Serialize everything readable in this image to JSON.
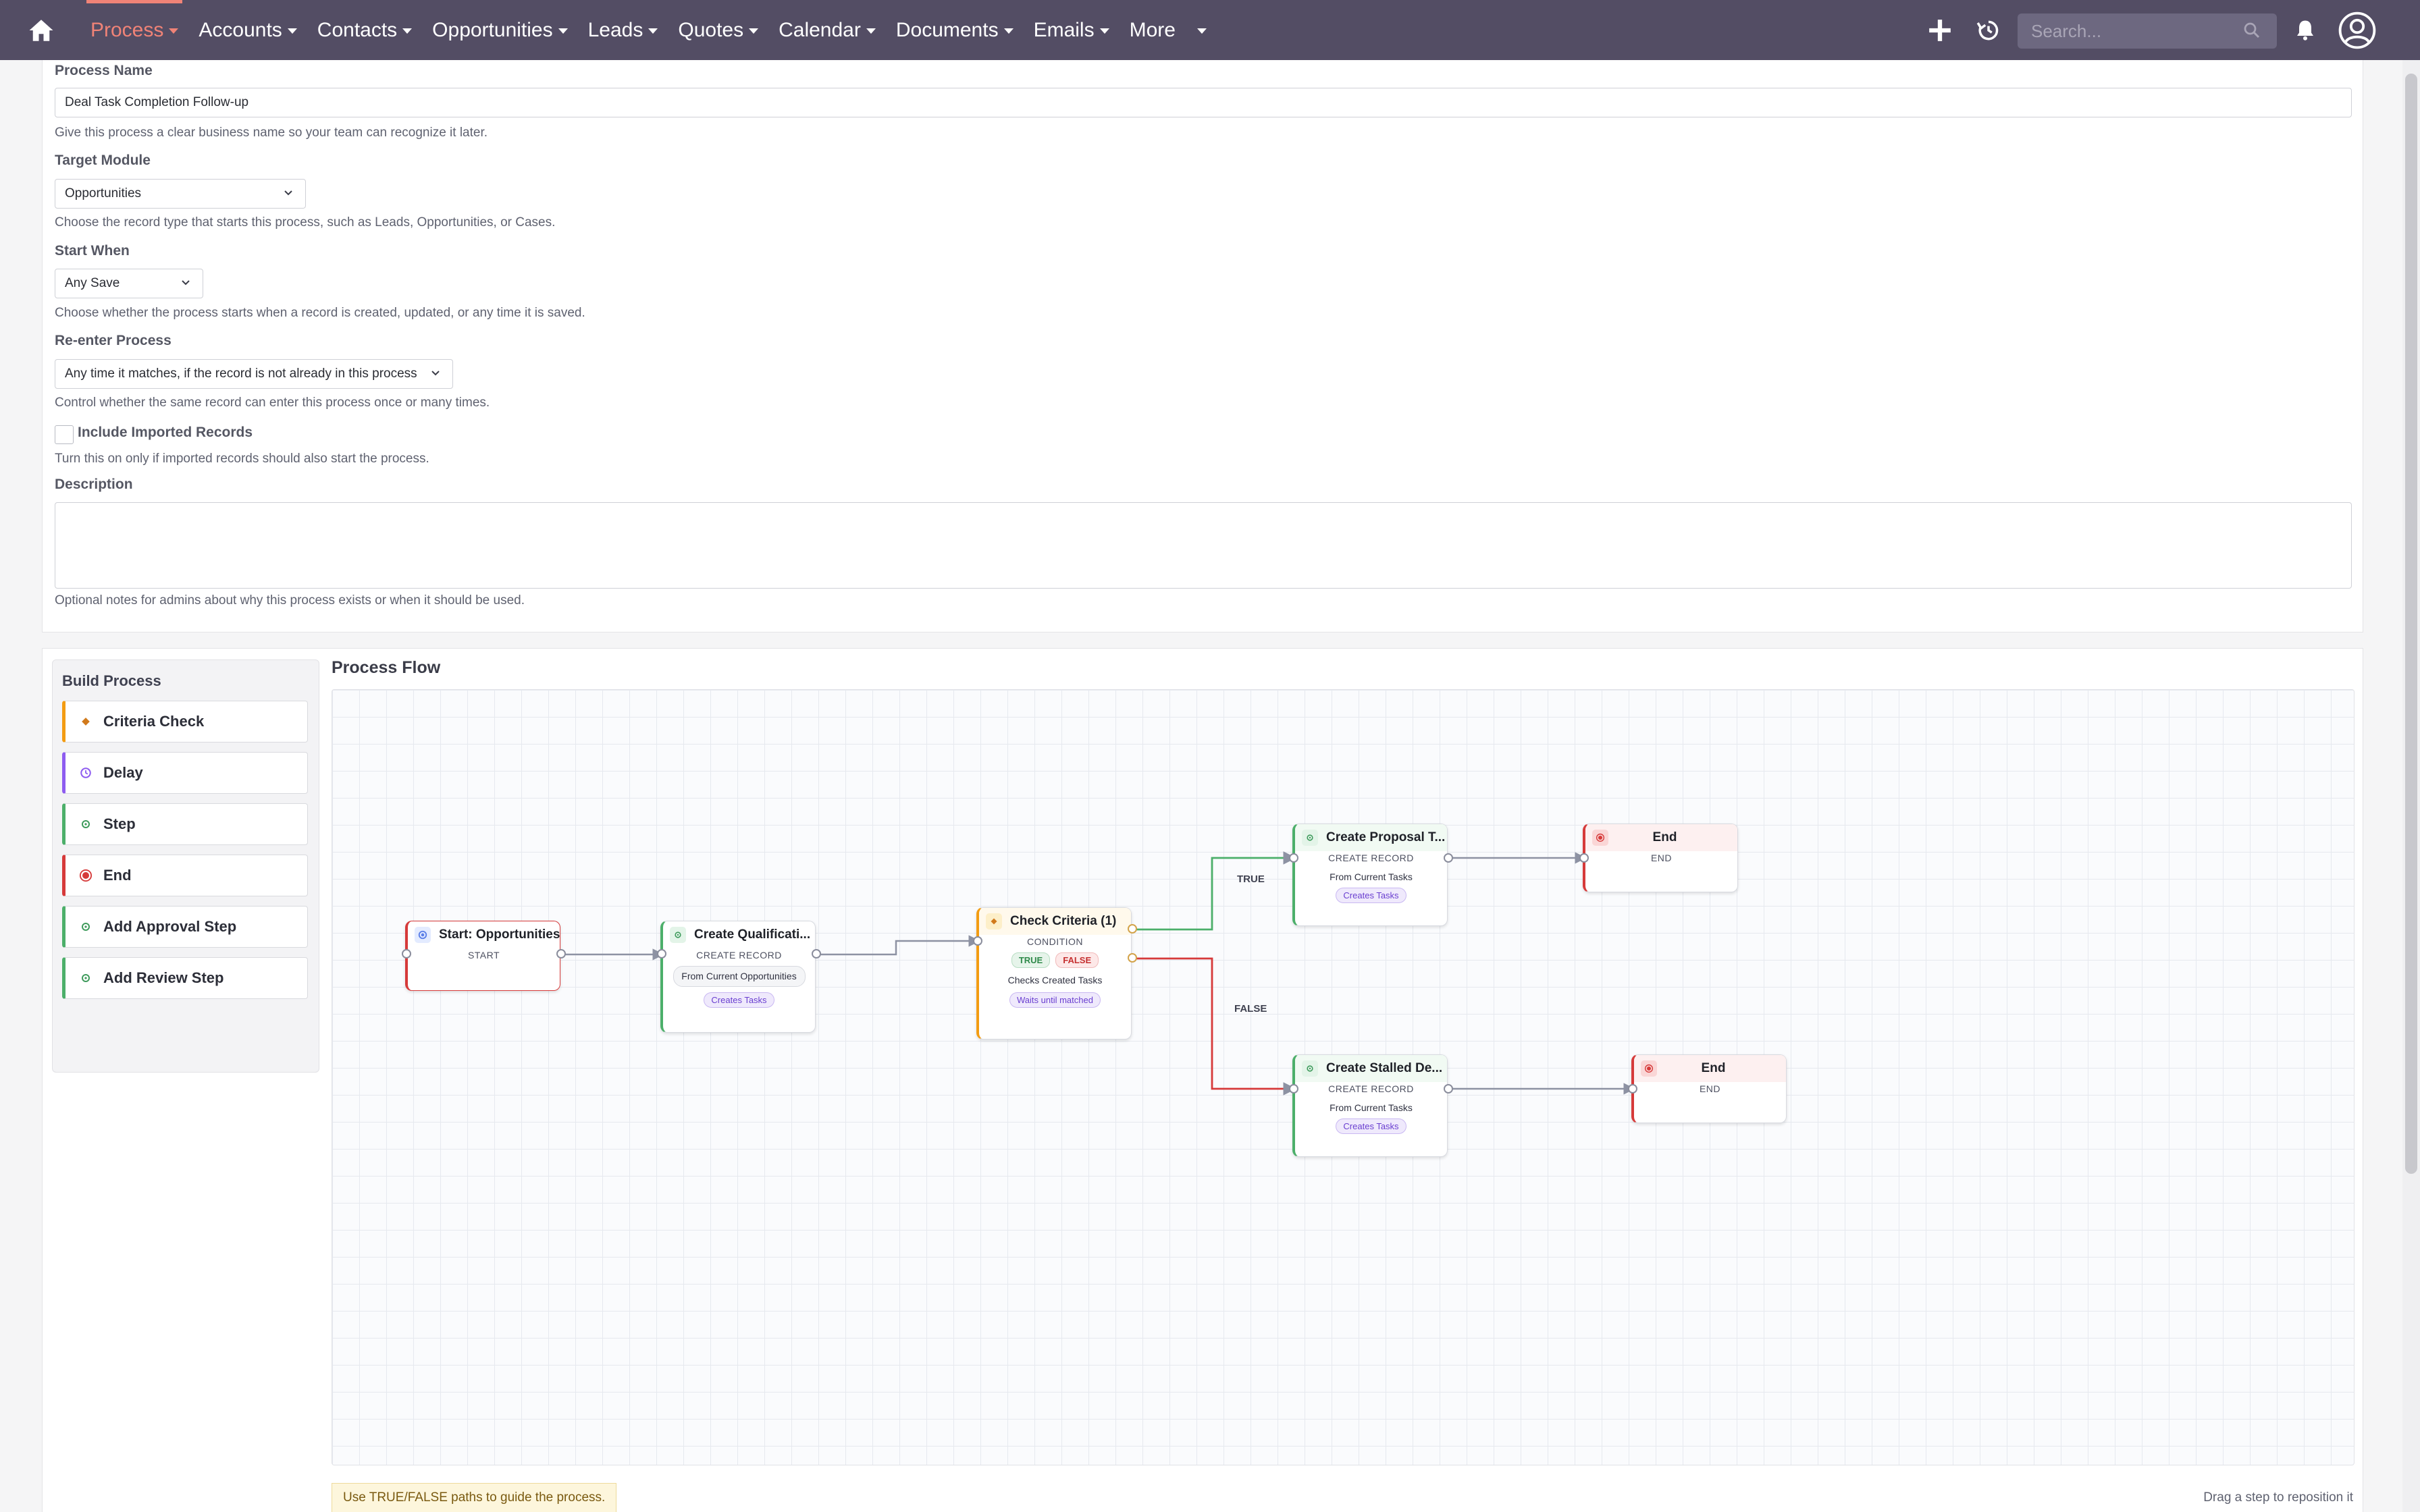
{
  "nav": {
    "items": [
      {
        "label": "Process",
        "active": true
      },
      {
        "label": "Accounts"
      },
      {
        "label": "Contacts"
      },
      {
        "label": "Opportunities"
      },
      {
        "label": "Leads"
      },
      {
        "label": "Quotes"
      },
      {
        "label": "Calendar"
      },
      {
        "label": "Documents"
      },
      {
        "label": "Emails"
      },
      {
        "label": "More"
      }
    ],
    "search_placeholder": "Search...",
    "bg_color": "#534d64",
    "active_color": "#f08377"
  },
  "form": {
    "process_name": {
      "label": "Process Name",
      "value": "Deal Task Completion Follow-up",
      "help": "Give this process a clear business name so your team can recognize it later."
    },
    "target_module": {
      "label": "Target Module",
      "value": "Opportunities",
      "help": "Choose the record type that starts this process, such as Leads, Opportunities, or Cases."
    },
    "start_when": {
      "label": "Start When",
      "value": "Any Save",
      "help": "Choose whether the process starts when a record is created, updated, or any time it is saved."
    },
    "reenter": {
      "label": "Re-enter Process",
      "value": "Any time it matches, if the record is not already in this process",
      "help": "Control whether the same record can enter this process once or many times."
    },
    "include_imported": {
      "label": "Include Imported Records",
      "checked": false,
      "help": "Turn this on only if imported records should also start the process."
    },
    "description": {
      "label": "Description",
      "value": "",
      "help": "Optional notes for admins about why this process exists or when it should be used."
    }
  },
  "builder": {
    "palette_title": "Build Process",
    "palette": [
      {
        "label": "Criteria Check",
        "icon": "diamond-icon",
        "color": "#f39c12"
      },
      {
        "label": "Delay",
        "icon": "clock-icon",
        "color": "#8e5cf0"
      },
      {
        "label": "Step",
        "icon": "gear-icon",
        "color": "#4caf6a"
      },
      {
        "label": "End",
        "icon": "stop-icon",
        "color": "#d63a3a"
      },
      {
        "label": "Add Approval Step",
        "icon": "gear-icon",
        "color": "#4caf6a"
      },
      {
        "label": "Add Review Step",
        "icon": "gear-icon",
        "color": "#4caf6a"
      }
    ],
    "flow_title": "Process Flow",
    "nodes": {
      "start": {
        "title": "Start: Opportunities",
        "type": "START"
      },
      "create_qual": {
        "title": "Create Qualificati...",
        "type": "CREATE RECORD",
        "pill": "From Current Opportunities",
        "tag": "Creates Tasks"
      },
      "check": {
        "title": "Check Criteria (1)",
        "type": "CONDITION",
        "true": "TRUE",
        "false": "FALSE",
        "pill": "Checks Created Tasks",
        "tag": "Waits until matched"
      },
      "create_proposal": {
        "title": "Create Proposal T...",
        "type": "CREATE RECORD",
        "pill": "From Current Tasks",
        "tag": "Creates Tasks"
      },
      "end1": {
        "title": "End",
        "type": "END"
      },
      "create_stalled": {
        "title": "Create Stalled De...",
        "type": "CREATE RECORD",
        "pill": "From Current Tasks",
        "tag": "Creates Tasks"
      },
      "end2": {
        "title": "End",
        "type": "END"
      }
    },
    "edge_true": "TRUE",
    "edge_false": "FALSE",
    "hint": "Use TRUE/FALSE paths to guide the process.",
    "drag_hint": "Drag a step to reposition it"
  }
}
